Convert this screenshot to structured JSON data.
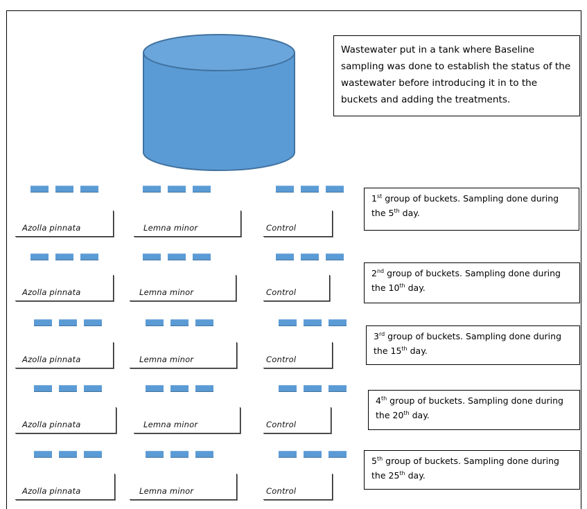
{
  "tank_note": "Wastewater put in a tank where Baseline sampling was done to establish the status of the wastewater before introducing it in to the buckets and adding the treatments.",
  "colors": {
    "tank_fill": "#5b9bd5",
    "tank_stroke": "#41729f",
    "dash_fill": "#5b9bd5"
  },
  "groups": [
    {
      "buckets": [
        "Azolla pinnata",
        "Lemna minor",
        "Control"
      ],
      "note": {
        "ordinal": "1",
        "suffix": "st",
        "pre": " group of buckets. Sampling done during the ",
        "day": "5",
        "day_suffix": "th",
        "post": " day."
      }
    },
    {
      "buckets": [
        "Azolla pinnata",
        "Lemna minor",
        "Control"
      ],
      "note": {
        "ordinal": "2",
        "suffix": "nd",
        "pre": " group of buckets. Sampling done during the ",
        "day": "10",
        "day_suffix": "th",
        "post": " day."
      }
    },
    {
      "buckets": [
        "Azolla pinnata",
        "Lemna minor",
        "Control"
      ],
      "note": {
        "ordinal": "3",
        "suffix": "rd",
        "pre": " group of buckets. Sampling done during the ",
        "day": "15",
        "day_suffix": "th",
        "post": " day."
      }
    },
    {
      "buckets": [
        "Azolla pinnata",
        "Lemna minor",
        "Control"
      ],
      "note": {
        "ordinal": "4",
        "suffix": "th",
        "pre": " group of buckets. Sampling done during the ",
        "day": "20",
        "day_suffix": "th",
        "post": " day."
      }
    },
    {
      "buckets": [
        "Azolla pinnata",
        "Lemna minor",
        "Control"
      ],
      "note": {
        "ordinal": "5",
        "suffix": "th",
        "pre": " group of buckets. Sampling done during the ",
        "day": "25",
        "day_suffix": "th",
        "post": " day."
      }
    }
  ]
}
